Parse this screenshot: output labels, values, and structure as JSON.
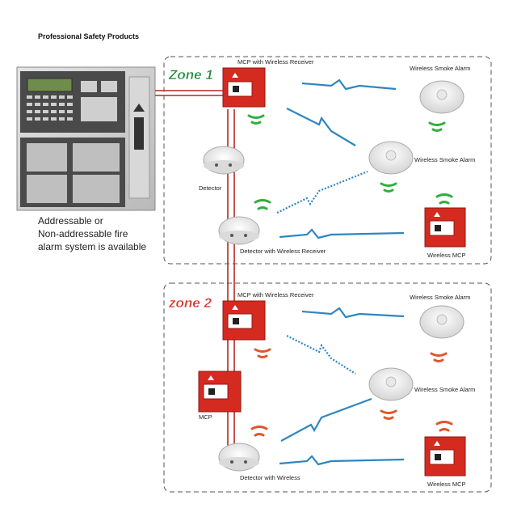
{
  "header": {
    "title": "Professional Safety Products"
  },
  "panel": {
    "description": [
      "Addressable or",
      "Non-addressable fire",
      "alarm system is available"
    ]
  },
  "zones": [
    {
      "label": "Zone 1",
      "label_color": "#1f8a3b",
      "wave_color": "#2fae3f",
      "mcp_receiver": "MCP with Wireless Receiver",
      "smoke_alarm_top": "Wireless Smoke Alarm",
      "smoke_alarm_mid": "Wireless Smoke Alarm",
      "detector": "Detector",
      "detector_receiver": "Detector with Wireless Receiver",
      "wireless_mcp": "Wireless MCP"
    },
    {
      "label": "zone 2",
      "label_color": "#d8302a",
      "wave_color": "#e0552a",
      "mcp_receiver": "MCP with Wireless Receiver",
      "smoke_alarm_top": "Wireless Smoke Alarm",
      "smoke_alarm_mid": "Wireless Smoke Alarm",
      "mcp": "MCP",
      "detector_wireless": "Detector with Wireless",
      "wireless_mcp": "Wireless MCP"
    }
  ],
  "colors": {
    "wire": "#b5281f",
    "signal": "#2e86c1",
    "mcp_red": "#d42a20",
    "zone_border": "#555555"
  }
}
